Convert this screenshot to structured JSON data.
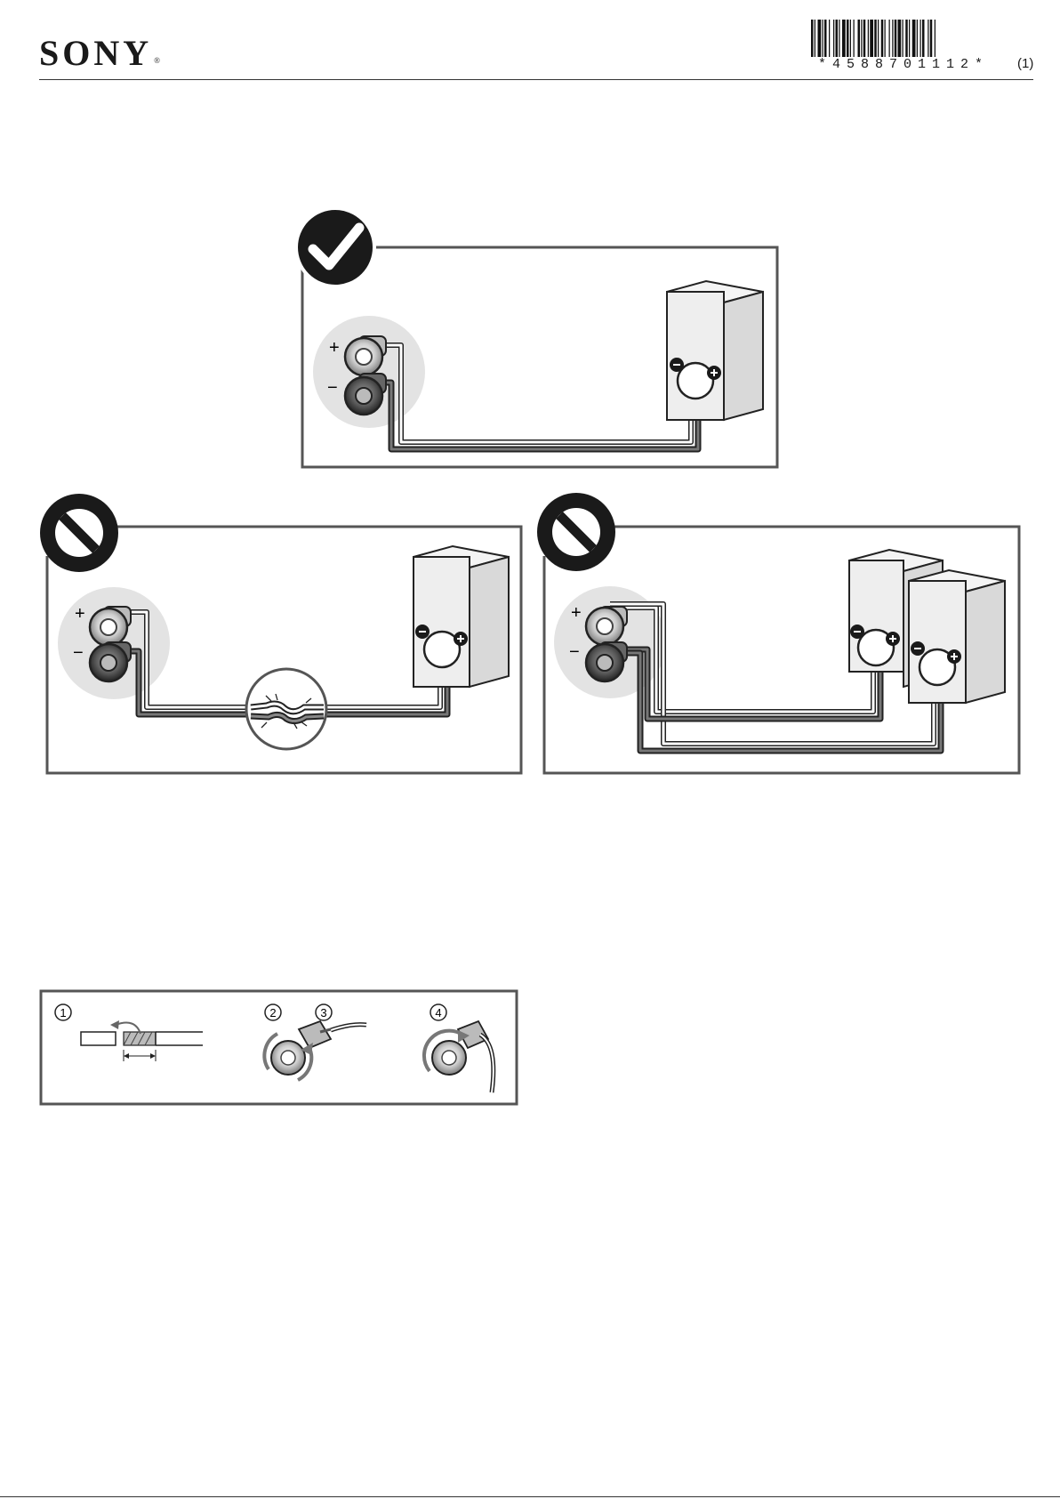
{
  "header": {
    "brand": "SONY",
    "trademark": "®",
    "barcode_text": "*4588701112*",
    "revision": "(1)"
  },
  "panels": [
    {
      "id": "correct",
      "verdict": "correct-connection",
      "marks": {
        "plus": "+",
        "minus": "−"
      }
    },
    {
      "id": "wrong-spliced",
      "verdict": "prohibited-connection",
      "marks": {
        "plus": "+",
        "minus": "−"
      }
    },
    {
      "id": "wrong-parallel",
      "verdict": "prohibited-connection",
      "marks": {
        "plus": "+",
        "minus": "−"
      }
    }
  ],
  "steps": [
    {
      "number": "1"
    },
    {
      "number": "2"
    },
    {
      "number": "3"
    },
    {
      "number": "4"
    }
  ],
  "colors": {
    "ink": "#1a1a1a",
    "frame": "#555555",
    "speaker_fill": "#eeeeee",
    "terminal_bg": "#e3e3e3"
  }
}
